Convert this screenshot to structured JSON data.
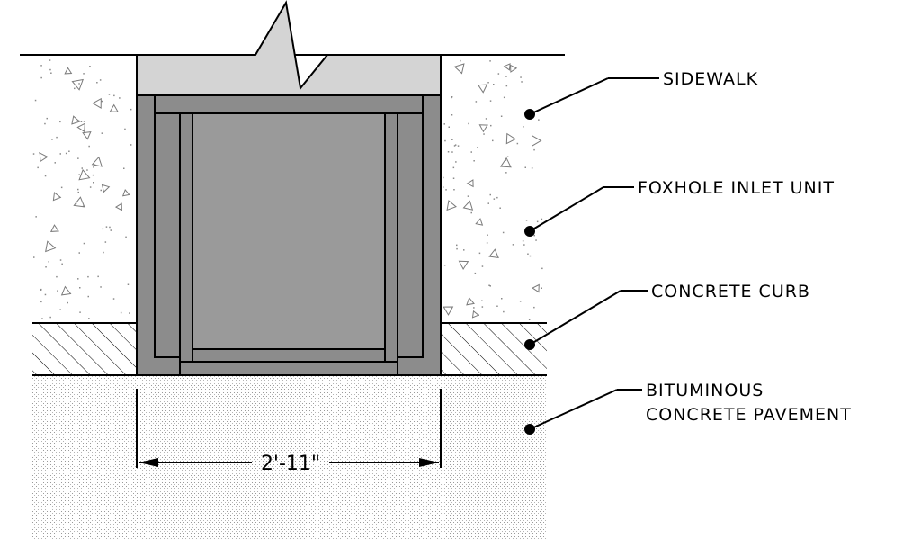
{
  "labels": {
    "sidewalk": "SIDEWALK",
    "inlet": "FOXHOLE INLET UNIT",
    "curb": "CONCRETE CURB",
    "pavement_line1": "BITUMINOUS",
    "pavement_line2": "CONCRETE PAVEMENT"
  },
  "dimension": {
    "width_label": "2'-11\""
  },
  "colors": {
    "inlet_body": "#8c8c8c",
    "inlet_panel": "#9a9a9a",
    "sidewalk_slab": "#d4d4d4",
    "line": "#000000"
  }
}
